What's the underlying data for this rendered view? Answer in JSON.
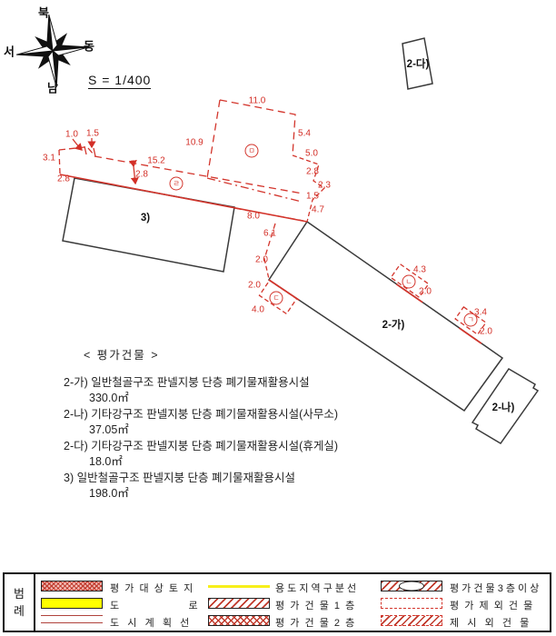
{
  "scale_label": "S = 1/400",
  "compass": {
    "north": "북",
    "south": "남",
    "east": "동",
    "west": "서"
  },
  "drawing": {
    "building_labels": [
      "3)",
      "2-가)",
      "2-나)",
      "2-다)"
    ],
    "circled_marks": [
      "ㄱ",
      "ㄴ",
      "ㄷ",
      "ㄹ",
      "ㅁ"
    ],
    "dims": [
      "1.0",
      "1.5",
      "3.1",
      "2.8",
      "15.2",
      "2.8",
      "10.9",
      "11.0",
      "5.4",
      "5.0",
      "2.8",
      "2.3",
      "1.5",
      "4.7",
      "8.0",
      "6.1",
      "2.0",
      "2.0",
      "4.0",
      "4.3",
      "2.0",
      "3.4",
      "2.0"
    ]
  },
  "appraisal_list": {
    "title": "< 평가건물 >",
    "entries": [
      {
        "line": "2-가) 일반철골구조 판넬지붕 단층 폐기물재활용시설",
        "area": "330.0㎡"
      },
      {
        "line": "2-나) 기타강구조 판넬지붕 단층 폐기물재활용시설(사무소)",
        "area": "37.05㎡"
      },
      {
        "line": "2-다) 기타강구조 판넬지붕 단층 폐기물재활용시설(휴게실)",
        "area": "18.0㎡"
      },
      {
        "line": "3) 일반철골구조 판넬지붕 단층 폐기물재활용시설",
        "area": "198.0㎡"
      }
    ]
  },
  "legend": {
    "side_title": "범\n례",
    "items": [
      {
        "label": "평  가  대  상  토  지"
      },
      {
        "label": "도                         로"
      },
      {
        "label": "도   시   계   획   선"
      },
      {
        "label": "용 도 지 역 구 분 선"
      },
      {
        "label": "평  가  건  물  1  층"
      },
      {
        "label": "평  가  건  물  2  층"
      },
      {
        "label": "평 가 건 물 3 층 이 상"
      },
      {
        "label": "평  가  제  외  건  물"
      },
      {
        "label": "제   시   외   건   물"
      }
    ]
  },
  "colors": {
    "dimension_red": "#d32f27",
    "line_black": "#3a3a3a",
    "legend_yellow": "#ffff00",
    "hatch_red": "#c0392b"
  }
}
